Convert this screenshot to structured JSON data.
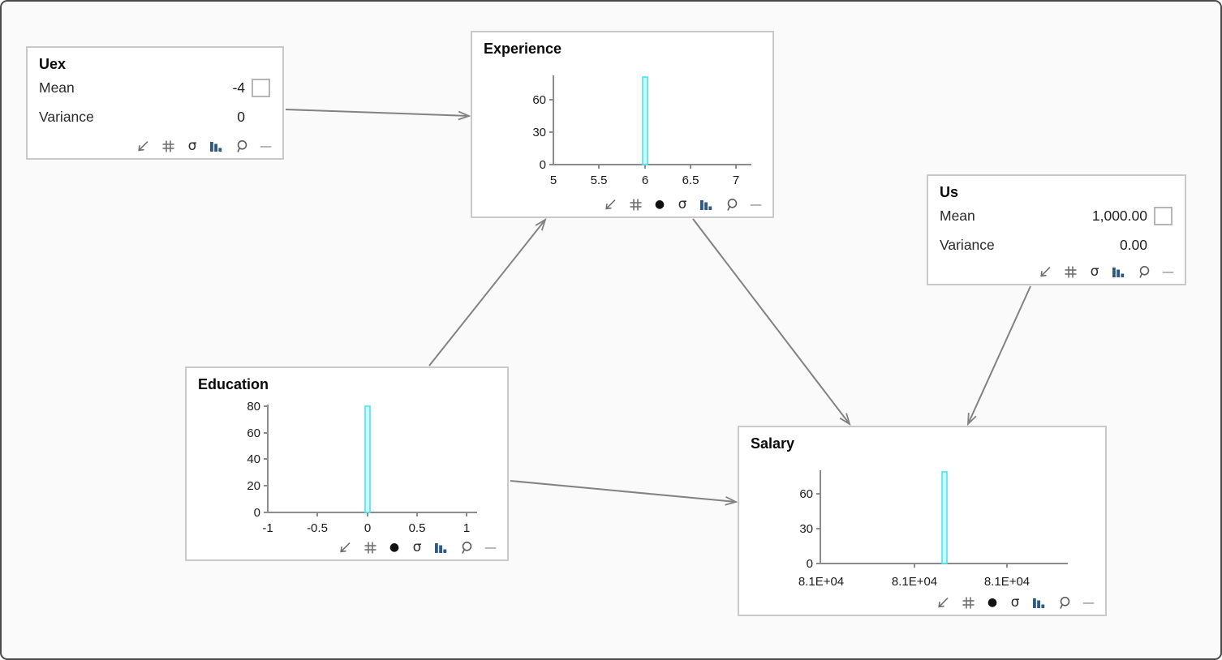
{
  "canvas": {
    "background": "#fafafa",
    "node_background": "#ffffff",
    "node_border": "#c9c9c9",
    "arrow_color": "#828282",
    "axis_color": "#8c8c8c",
    "tick_text_color": "#1a1a1a",
    "bar_fill": "#cdfafb",
    "bar_stroke": "#4ae4ee",
    "barchart_icon_color": "#2d5986"
  },
  "nodes": {
    "uex": {
      "title": "Uex",
      "mean_label": "Mean",
      "mean_value": "-4",
      "variance_label": "Variance",
      "variance_value": "0",
      "mean_checkbox_checked": false
    },
    "us": {
      "title": "Us",
      "mean_label": "Mean",
      "mean_value": "1,000.00",
      "variance_label": "Variance",
      "variance_value": "0.00",
      "mean_checkbox_checked": false
    },
    "experience": {
      "title": "Experience"
    },
    "education": {
      "title": "Education"
    },
    "salary": {
      "title": "Salary"
    }
  },
  "edges": [
    {
      "from": "Uex",
      "to": "Experience"
    },
    {
      "from": "Education",
      "to": "Experience"
    },
    {
      "from": "Experience",
      "to": "Salary"
    },
    {
      "from": "Education",
      "to": "Salary"
    },
    {
      "from": "Us",
      "to": "Salary"
    }
  ],
  "toolbars": {
    "stat": [
      "collapse",
      "grid",
      "sigma",
      "bar-chart",
      "zoom",
      "minimize"
    ],
    "chart": [
      "collapse",
      "grid",
      "dot",
      "sigma",
      "bar-chart",
      "zoom",
      "minimize"
    ]
  },
  "icons": {
    "sigma": "σ",
    "dot": "●",
    "minimize": "—"
  },
  "chart_data": [
    {
      "id": "experience",
      "type": "bar",
      "title": "Experience",
      "x_tick_labels": [
        "5",
        "5.5",
        "6",
        "6.5",
        "7"
      ],
      "y_tick_labels": [
        "0",
        "30",
        "60"
      ],
      "x_range": [
        5,
        7
      ],
      "ylim": [
        0,
        80
      ],
      "grid": false,
      "legend": false,
      "bars": [
        {
          "x": 6,
          "height": 80
        }
      ],
      "note_type": "single point-mass spike histogram"
    },
    {
      "id": "education",
      "type": "bar",
      "title": "Education",
      "x_tick_labels": [
        "-1",
        "-0.5",
        "0",
        "0.5",
        "1"
      ],
      "y_tick_labels": [
        "0",
        "20",
        "40",
        "60",
        "80"
      ],
      "x_range": [
        -1,
        1
      ],
      "ylim": [
        0,
        80
      ],
      "grid": false,
      "legend": false,
      "bars": [
        {
          "x": 0,
          "height": 80
        }
      ],
      "note_type": "single point-mass spike histogram"
    },
    {
      "id": "salary",
      "type": "bar",
      "title": "Salary",
      "x_tick_labels": [
        "8.1E+04",
        "8.1E+04",
        "8.1E+04"
      ],
      "y_tick_labels": [
        "0",
        "30",
        "60"
      ],
      "x_range": [
        81000,
        81000
      ],
      "ylim": [
        0,
        80
      ],
      "grid": false,
      "legend": false,
      "bars": [
        {
          "x": 81000,
          "height": 78
        }
      ],
      "note_type": "single point-mass spike histogram"
    }
  ]
}
